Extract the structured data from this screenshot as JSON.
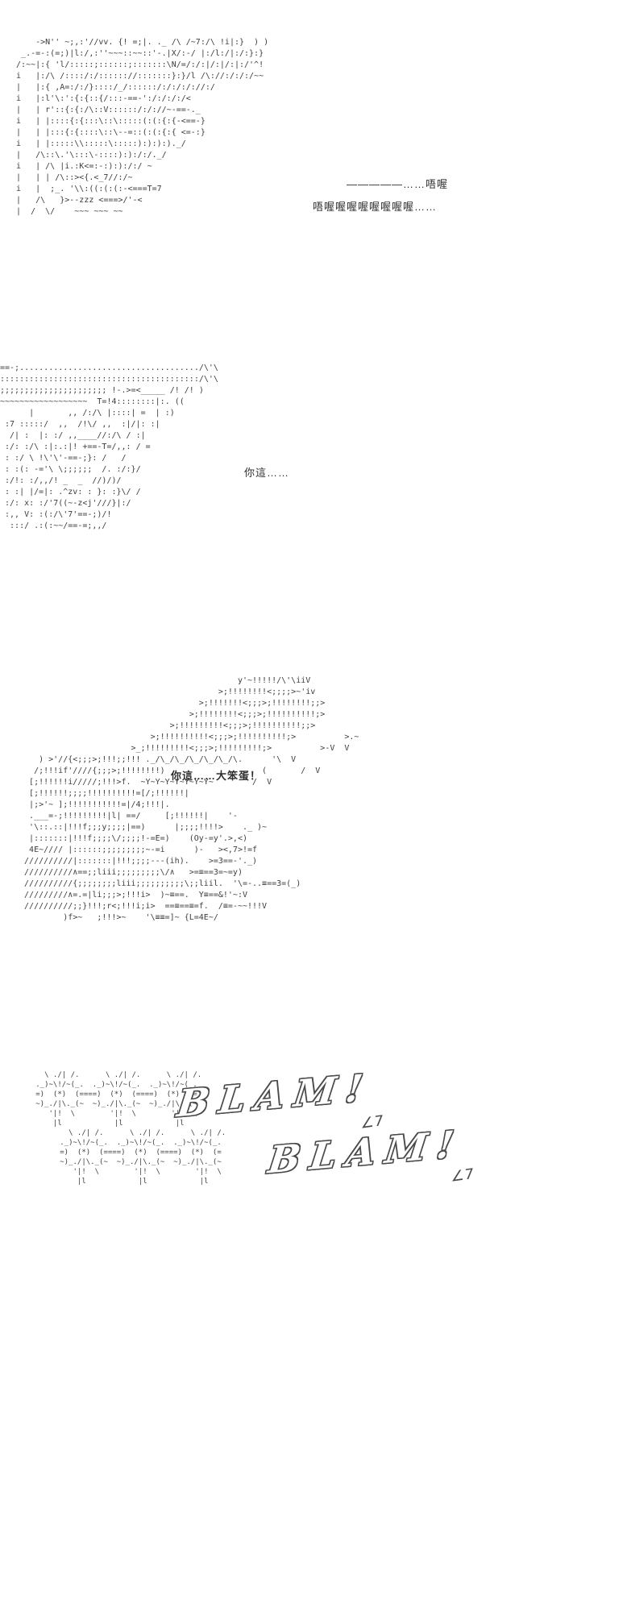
{
  "page": {
    "bg": "#ffffff",
    "ink": "#3d3d3d"
  },
  "panels": {
    "p1": {
      "text": "      ->N'' ~;,:'//vv. {! =;|. ._ /\\ /~7:/\\ !i|:}  ) )\n   _.-=-:(=;)|l:/,:''~~~::~~::'-.|X/:-/ |:/l:/|:/:}:}\n  /:~~|:{ 'l/:::::;::::::;:::::::\\N/=/:/:|/:|/:|:/'^!\n  i   |:/\\ /::::/:/:::::://:::::::}:}/l /\\://:/:/:/~~\n  |   |:{ ,A=:/:/}::::/_/::::::/:/:/:/://:/\n  i   |:l'\\:':{:{::{/:::-==-':/:/:/:/<\n  |   | r'::{:{:/\\::V::::::/:/://~-==-._\n  i   | |::::{:{:::\\::\\:::::(:(:{:{-<==-}\n  |   | |:::{:{::::\\::\\--=::(:(:{:{ <=-:}\n  i   | |:::::\\\\:::::\\:::::):):):)._/\n  |   /\\::\\.'\\:::\\-::::):):/:/._/\n  i   | /\\ |i.:K<=:-:):):/:/ ~\n  |   | | /\\::><{.<_7//:/~\n  i   |  ;_. '\\\\:((:(:(:-<===T=7\n  |   /\\   }>--zzz <===>/'-<\n  |  /  \\/    ~~~ ~~~ ~~"
    },
    "p2": {
      "text": "==-;...................................../\\'\\\n:::::::::::::::::::::::::::::::::::::::::/\\'\\\n;;;;;;;;;;;;;;;;;;;;;; !-.>=<_____ /! /! )\n~~~~~~~~~~~~~~~~~~  T=!4::::::::|:. ((\n      |       ,, /:/\\ |::::| =  | :)\n :7 :::::/  ,,  /!\\/ ,,  :|/|: :|\n  /| :  |: :/ ,,____//:/\\ / :|\n :/: :/\\ :|:.:|! +==-T=/,,: / =\n : :/ \\ !\\'\\'-==-;}: /   /\n : :(: -='\\ \\;;;;;;  /. :/:}/\n :/!: :/,,/! _  _  //)/)/\n : :| |/=|: .^zv: : }: :}\\/ /\n :/: x: :/'7((~-z<j'///}|:/\n :,, V: :(:/\\'7'==-;)/!\n  :::/ .:(:~~/==-=;,,/"
    },
    "p3": {
      "text": "                                              y'~!!!!!/\\'\\iiV\n                                          >;!!!!!!!!<;;;;>~'iv\n                                      >;!!!!!!!<;;;>;!!!!!!!!;;>\n                                    >;!!!!!!!!<;;;>;!!!!!!!!!!;>\n                                >;!!!!!!!!!<;;;>;!!!!!!!!!!;;>\n                            >;!!!!!!!!!!<;;;>;!!!!!!!!!!;>          >.~\n                        >_;!!!!!!!!!<;;;>;!!!!!!!!!;>          >-V  V\n     ) >'//{<;;;>;!!!;;!!! ._/\\_/\\_/\\_/\\_/\\_/\\.      '\\  V\n    /;!!!if'////{;;;>;!!!!!!!!)                    (       /  V\n   [;!!!!!!i/////;!!!>f.  ~Y~Y~Y~Y~Y~Y~Y~        /  V\n   [;!!!!!!;;;;!!!!!!!!!!=[/;!!!!!!|\n   |;>'~ ];!!!!!!!!!!!=|/4;!!!|.\n   .___=-;!!!!!!!!!|l| ==/     [;!!!!!!|    '-\n   '\\::.::|!!!f;;;y;;;;|==)      |;;;;!!!!>    ._ )~\n   |:::::::|!!!f;;;;\\/;;;;!-=E=)    (Oy-=y'.>,<)\n   4E~//// |::::::;;;;;;;;;~-=i      )-   ><,7>!=f\n  //////////|:::::::|!!!;;;;---(ih).    >=3==-'._)\n  //////////∧==;;liii;;;;;;;;;\\/∧   >=≡==3=~=y)\n  //////////{;;;;;;;;liii;;;;;;;;;;\\;;liil.  '\\=-..≡==3=(_)\n  /////////∧=.=|li;;;>;!!!i>  )~≡==.  Y≡==&!'~:V\n  //////////;;}!!!;r<;!!!i;i>  ==≡==≡=f.  /≡=-~~!!!V\n          )f>~   ;!!!>~    '\\≡≡=]~ {L=4E~/"
    },
    "p4a": {
      "text": "     \\ ./| /.      \\ ./| /.      \\ ./| /.\n   ._)~\\!/~(_.  ._)~\\!/~(_.  ._)~\\!/~(_.\n   =)  (*)  (====)  (*)  (====)  (*)  (=\n   ~)_./|\\._(~  ~)_./|\\._(~  ~)_./|\\._(~\n      '|!  \\        '|!  \\        '|!  \\\n       |l            |l            |l"
    },
    "p4b": {
      "text": "     \\ ./| /.      \\ ./| /.      \\ ./| /.\n   ._)~\\!/~(_.  ._)~\\!/~(_.  ._)~\\!/~(_.\n   =)  (*)  (====)  (*)  (====)  (*)  (=\n   ~)_./|\\._(~  ~)_./|\\._(~  ~)_./|\\._(~\n      '|!  \\        '|!  \\        '|!  \\\n       |l            |l            |l"
    }
  },
  "dialogue": {
    "groan_dash": "―――――……唔喔",
    "groan_long": "唔喔喔喔喔喔喔喔喔……",
    "ni_zhe": "你這……",
    "bubble": "你這……大笨蛋！"
  },
  "sfx": {
    "blam1": "BLAM!",
    "blam2": "BLAM!",
    "flourish": "∠7"
  }
}
